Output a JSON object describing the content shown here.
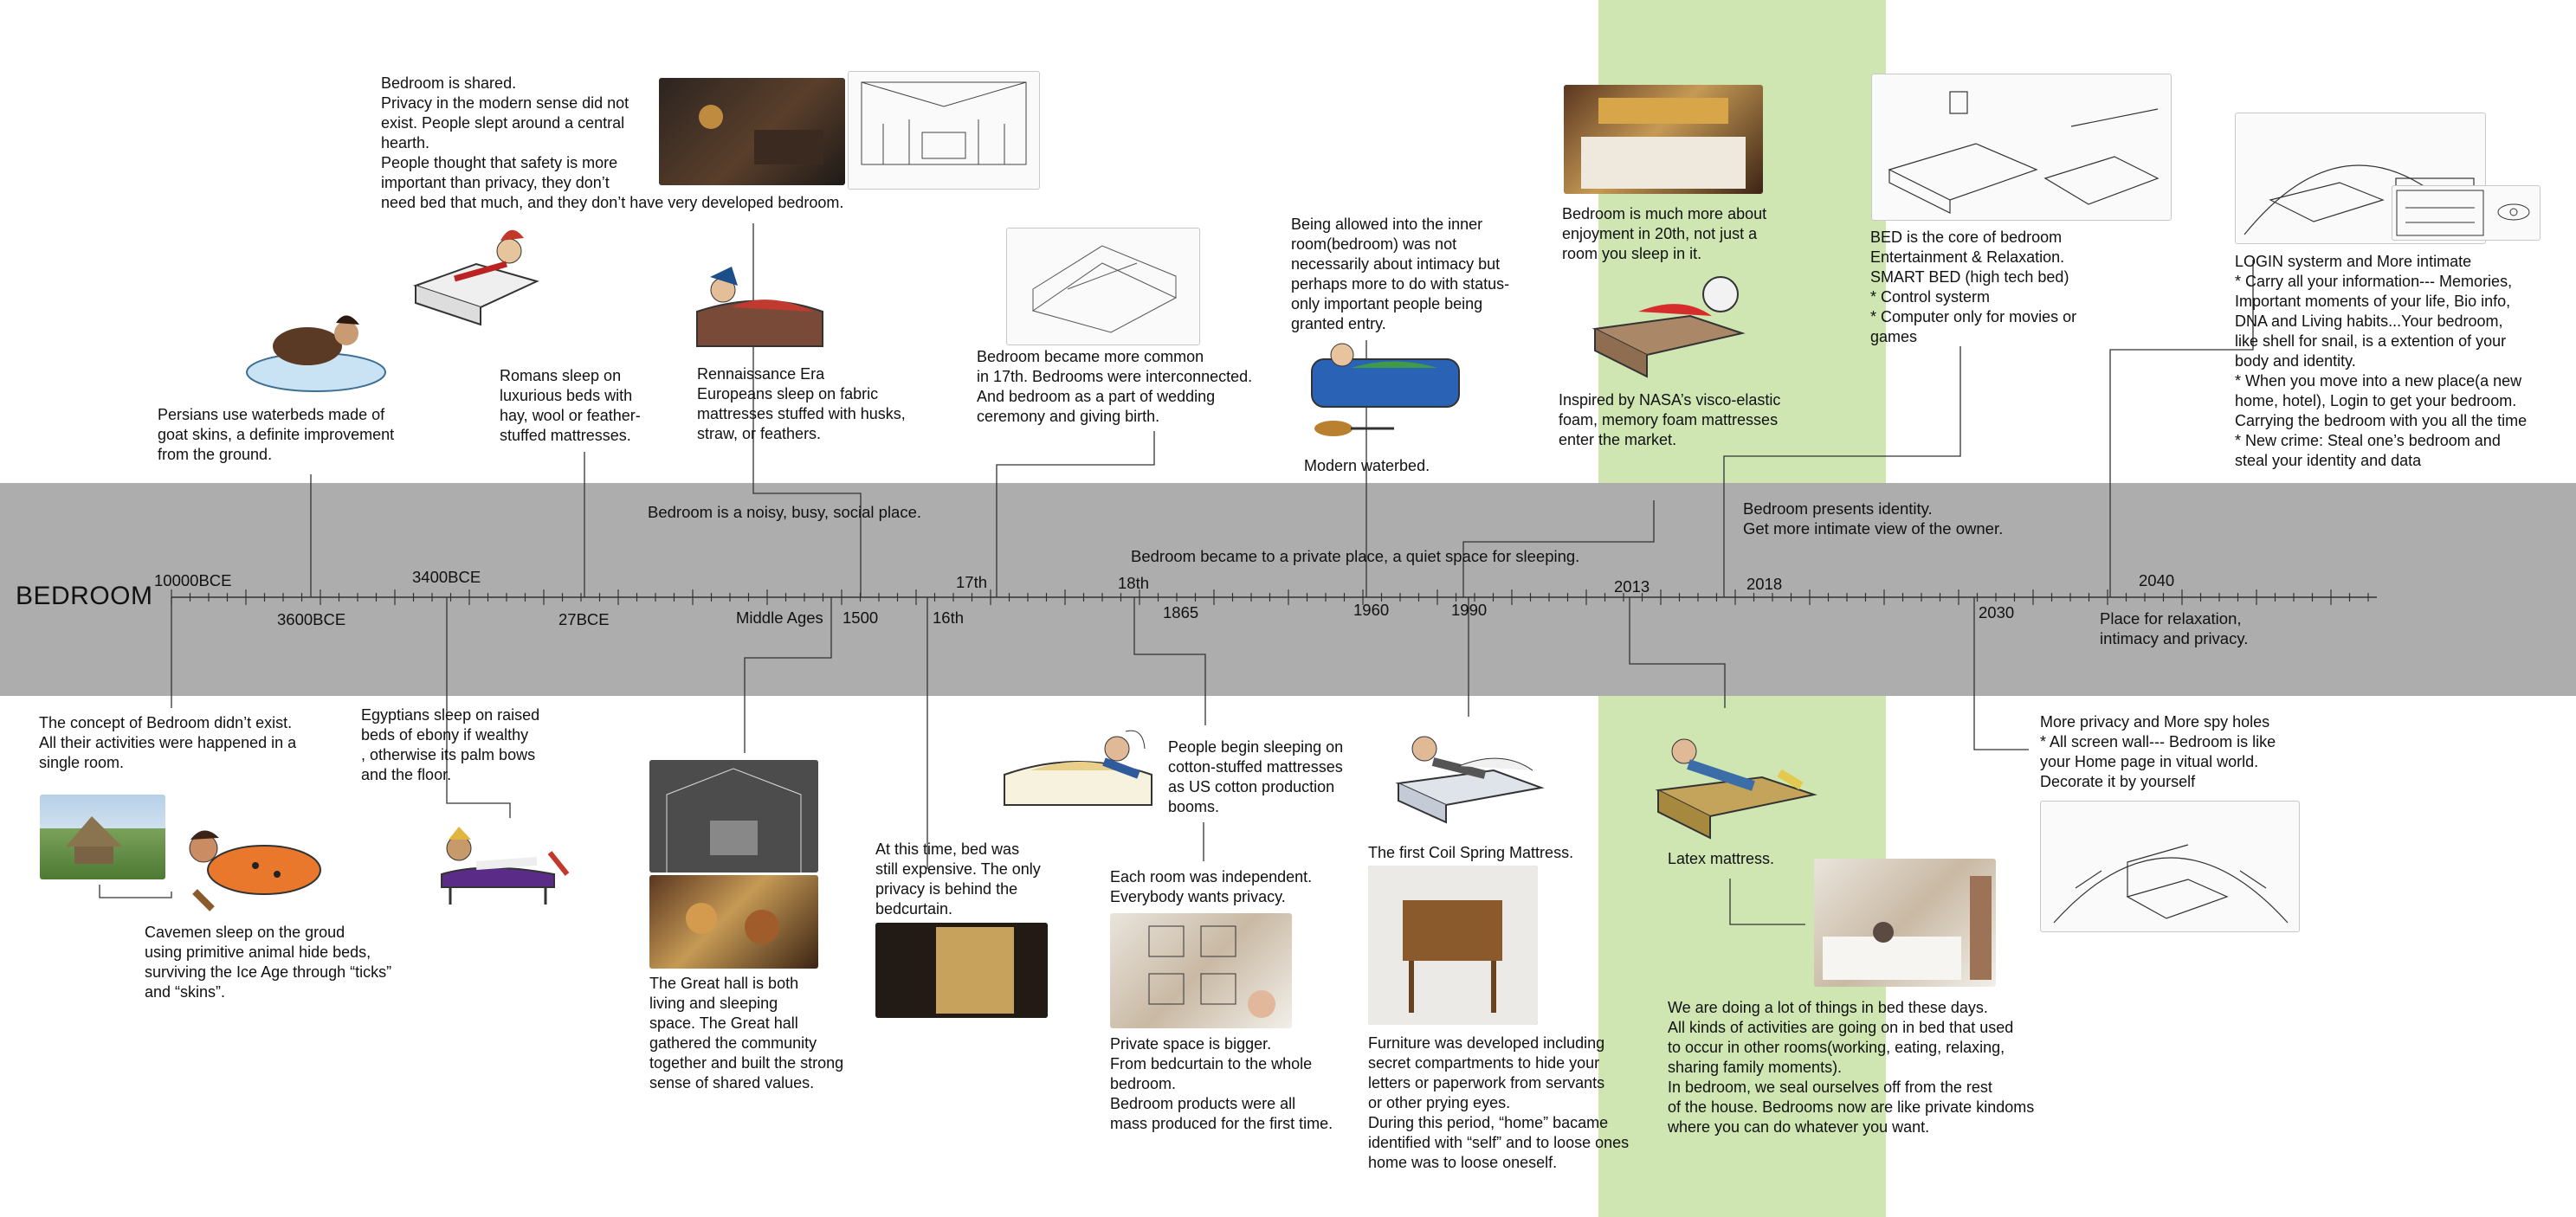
{
  "title": "BEDROOM",
  "colors": {
    "band": "#adadad",
    "green_band": "#cfe6b3",
    "axis": "#333333",
    "connector": "#333333"
  },
  "axis_years": {
    "above": [
      "10000BCE",
      "3400BCE",
      "17th",
      "18th",
      "1960",
      "2013",
      "2018",
      "2040"
    ],
    "below": [
      "3600BCE",
      "27BCE",
      "Middle Ages",
      "1500",
      "16th",
      "1865",
      "1990",
      "2030"
    ]
  },
  "band_notes": {
    "noisy": "Bedroom is a noisy, busy, social place.",
    "private": "Bedroom became to a private place, a quiet space for sleeping.",
    "identity": "Bedroom presents identity.\nGet more intimate view of the owner.",
    "future": "Place for relaxation,\nintimacy and privacy."
  },
  "notes": {
    "persians": "Persians use waterbeds made of\ngoat skins, a definite improvement\nfrom the ground.",
    "romans": "Romans sleep on\nluxurious beds with\nhay, wool or feather-\nstuffed mattresses.",
    "shared": "Bedroom is shared.\nPrivacy in the modern sense did not\nexist. People slept around a central\nhearth.\nPeople thought that safety is more\nimportant than privacy, they don’t\nneed bed that much, and they don’t have very developed bedroom.",
    "renaissance": "Rennaissance Era\nEuropeans sleep on fabric\nmattresses stuffed with husks,\nstraw, or feathers.",
    "seventeenth": "Bedroom became more common\nin 17th. Bedrooms were interconnected.\nAnd bedroom as a part of wedding\nceremony and giving birth.",
    "inner_room": "Being allowed into the inner\nroom(bedroom) was not\nnecessarily about intimacy but\nperhaps more to do with status-\nonly important people being\ngranted entry.",
    "waterbed": "Modern waterbed.",
    "enjoyment": "Bedroom is much more about\nenjoyment in 20th, not just a\nroom you sleep in it.",
    "nasa": "Inspired by NASA’s visco-elastic\nfoam, memory foam mattresses\nenter the market.",
    "smart_bed": "BED is the core of bedroom\nEntertainment & Relaxation.\nSMART BED (high tech bed)\n* Control systerm\n* Computer only for movies or\ngames",
    "login": "LOGIN systerm and More intimate\n* Carry all your information--- Memories,\nImportant moments of your life, Bio info,\nDNA and Living habits...Your bedroom,\nlike shell for snail, is a extention of your\nbody and identity.\n* When you move into a new place(a new\nhome, hotel), Login to get your bedroom.\nCarrying the bedroom with you all the time\n* New crime: Steal one’s bedroom and\nsteal your identity and data",
    "concept": "The concept of Bedroom didn’t exist.\nAll their activities were happened in a\nsingle room.",
    "cavemen": "Cavemen sleep on the groud\nusing primitive animal hide beds,\nsurviving the Ice Age through “ticks”\nand “skins”.",
    "egyptians": "Egyptians sleep on raised\nbeds of ebony if wealthy\n, otherwise its palm bows\nand the floor.",
    "great_hall": "The Great hall is both\nliving and sleeping\nspace. The Great hall\ngathered the community\ntogether and built the strong\nsense of shared values.",
    "bedcurtain": "At this time, bed was\nstill expensive. The only\nprivacy is behind the\nbedcurtain.",
    "cotton": "People begin sleeping on\ncotton-stuffed mattresses\nas US cotton production\nbooms.",
    "independent": "Each room was independent.\nEverybody wants privacy.",
    "private_space": "Private space is bigger.\nFrom bedcurtain to the whole\nbedroom.\nBedroom products were all\nmass produced for the first time.",
    "coil": "The first Coil Spring Mattress.",
    "furniture": "Furniture was developed including\nsecret compartments to hide your\nletters or paperwork from servants\nor other prying eyes.\nDuring this period, “home” bacame\nidentified with “self” and to loose ones\nhome was to loose oneself.",
    "latex": "Latex mattress.",
    "in_bed": "We are doing a lot of things in bed these days.\nAll kinds of activities are going on in bed that used\nto occur in other rooms(working, eating, relaxing,\nsharing family moments).\nIn bedroom, we seal ourselves off from the rest\nof the house. Bedrooms now are like private kindoms\nwhere you can do whatever you want.",
    "spy_holes": "More privacy and More spy holes\n* All screen wall--- Bedroom is like\nyour Home page in vitual world.\nDecorate it by yourself"
  },
  "icons": [
    "persian-waterbed-icon",
    "roman-bed-icon",
    "renaissance-bed-icon",
    "waterbed-icon",
    "astronaut-memory-foam-icon",
    "caveman-icon",
    "egyptian-bed-icon",
    "cotton-mattress-icon",
    "coil-spring-mattress-icon",
    "latex-mattress-icon"
  ]
}
